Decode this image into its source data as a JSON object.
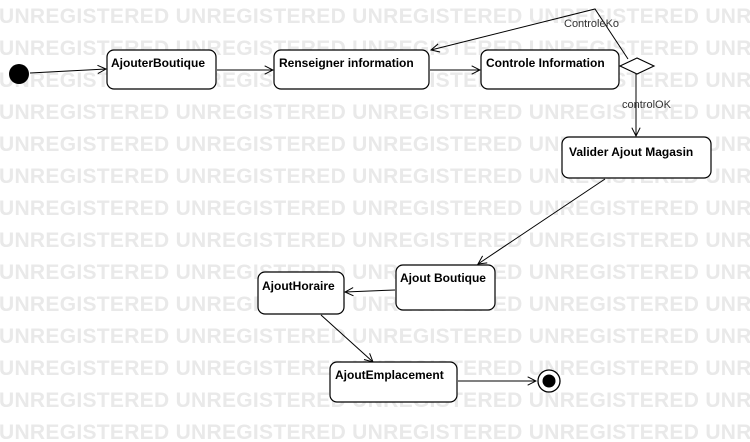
{
  "watermark_text": "UNREGISTERED",
  "nodes": {
    "ajouter_boutique": "AjouterBoutique",
    "renseigner_information": "Renseigner information",
    "controle_information": "Controle Information",
    "valider_ajout_magasin": "Valider Ajout Magasin",
    "ajout_boutique": "Ajout Boutique",
    "ajout_horaire": "AjoutHoraire",
    "ajout_emplacement": "AjoutEmplacement"
  },
  "edge_labels": {
    "controle_ko": "ControleKo",
    "control_ok": "controlOK"
  },
  "colors": {
    "stroke": "#000000",
    "watermark": "#e9e9e9",
    "background": "#ffffff"
  }
}
